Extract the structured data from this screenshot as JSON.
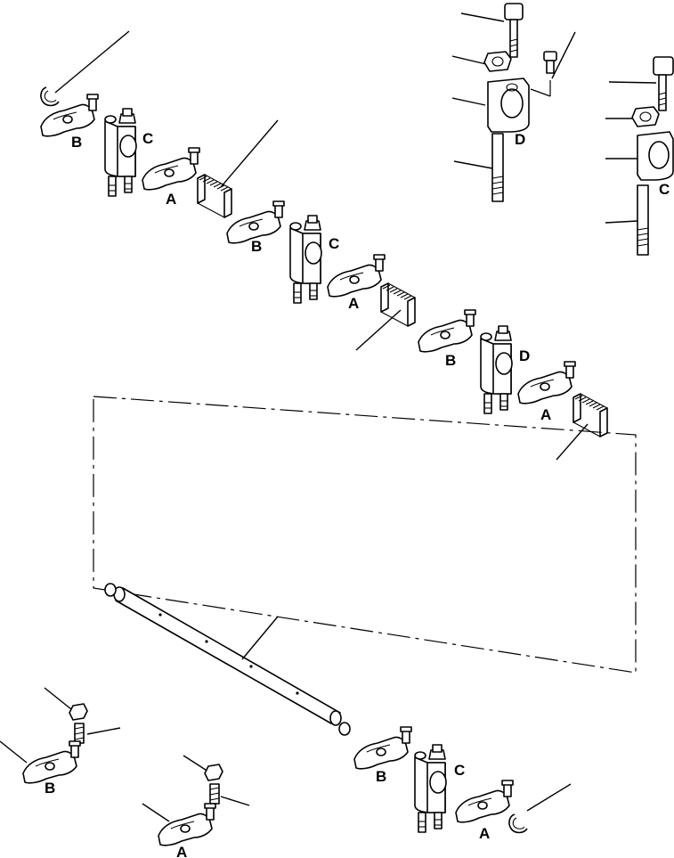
{
  "labels": {
    "a": "A",
    "b": "B",
    "c": "C",
    "d": "D"
  },
  "parts": [
    "snap-ring",
    "rocker-arm-b",
    "rocker-arm-a",
    "rocker-bracket",
    "spring",
    "rocker-shaft",
    "bolt",
    "washer",
    "stud",
    "screw",
    "adjusting-nut",
    "adjusting-screw"
  ]
}
